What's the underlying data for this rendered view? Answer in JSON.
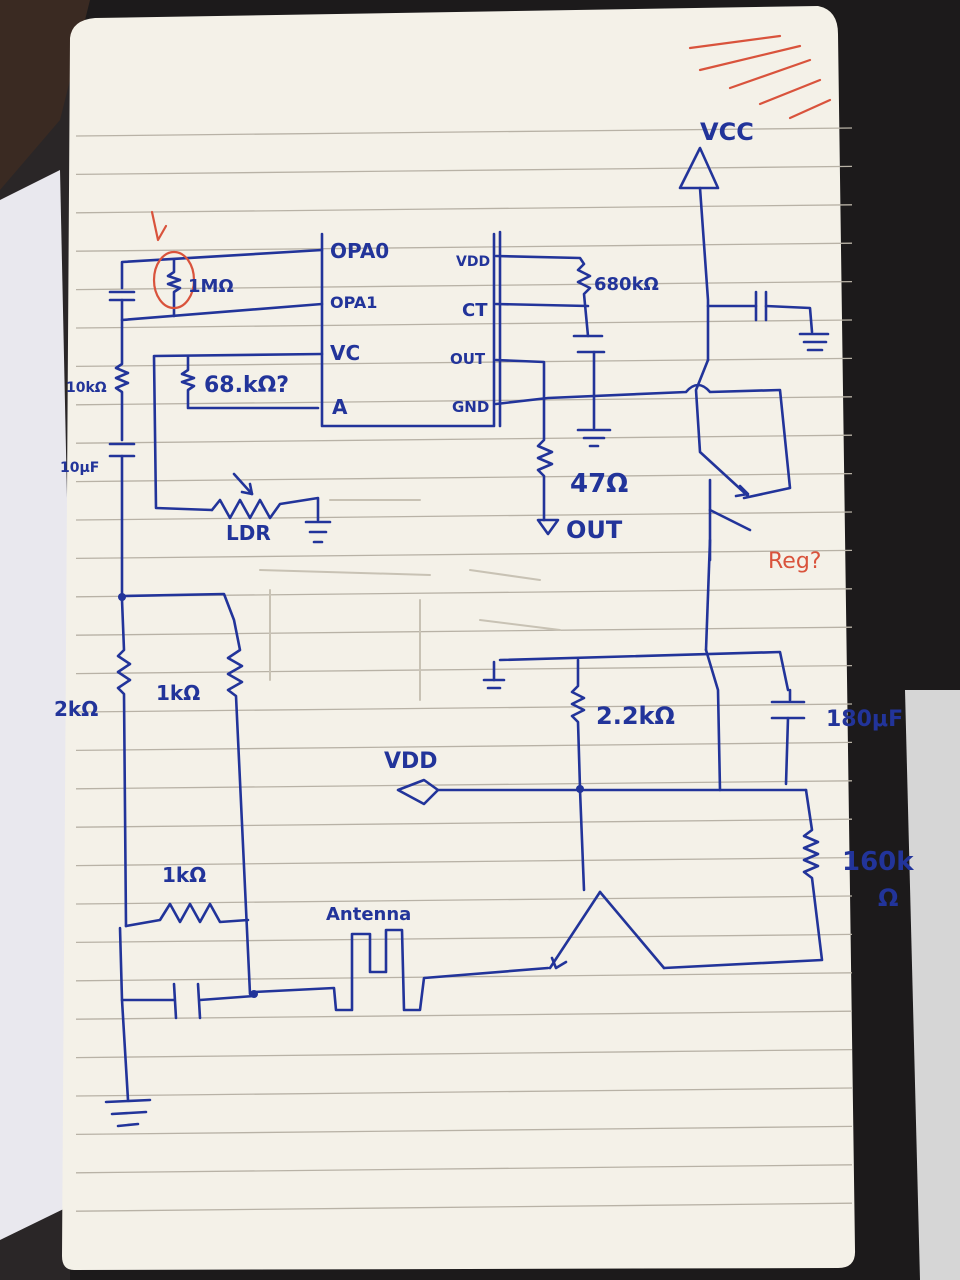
{
  "colors": {
    "paper": "#f4f1e8",
    "ink": "#22349a",
    "red_pencil": "#d9533c",
    "background": "#1c1a1b"
  },
  "ic_pins": {
    "opa0": "OPA0",
    "opa1": "OPA1",
    "vc": "VC",
    "a": "A",
    "vdd": "VDD",
    "ct": "CT",
    "out": "OUT",
    "gnd": "GND"
  },
  "labels": {
    "vcc": "VCC",
    "r_1m": "1MΩ",
    "r_680k": "680kΩ",
    "r_68k": "68.kΩ?",
    "r_10k": "10kΩ",
    "c_10u": "10μF",
    "r_47": "47Ω",
    "out_port": "OUT",
    "ldr": "LDR",
    "reg": "Reg?",
    "r_2k": "2kΩ",
    "r_1k_a": "1kΩ",
    "r_1k_b": "1kΩ",
    "r_2_2k": "2.2kΩ",
    "c_180u": "180μF",
    "vdd_port": "VDD",
    "r_160k_a": "160k",
    "r_160k_b": "Ω",
    "antenna": "Antenna"
  }
}
